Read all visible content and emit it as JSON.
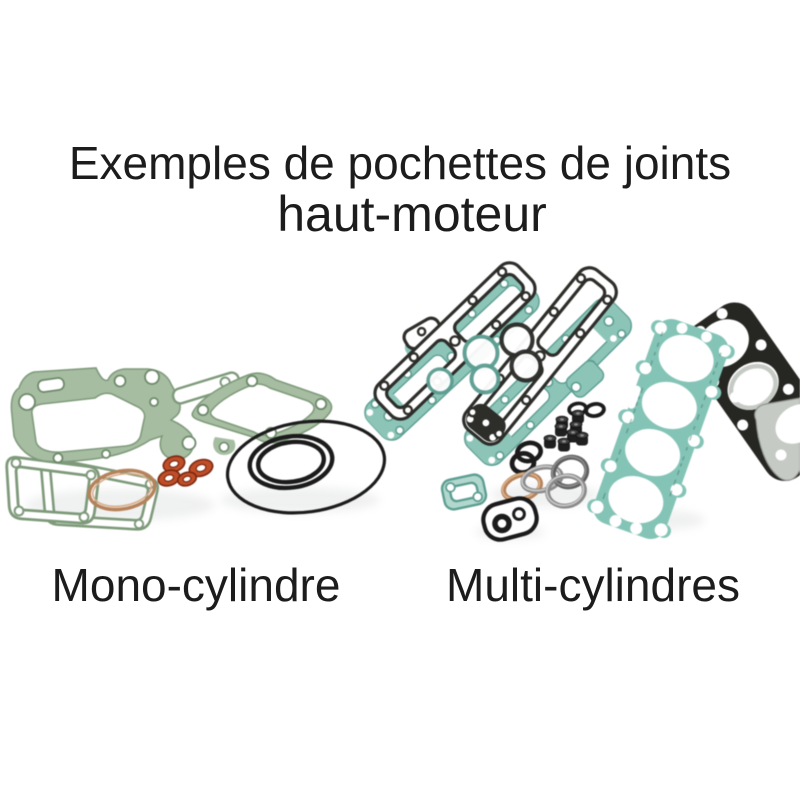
{
  "image_type": "product-photo",
  "background": "#ffffff",
  "title": {
    "line1": "Exemples de pochettes de joints",
    "line2": "haut-moteur"
  },
  "sections": [
    {
      "id": "mono",
      "label": "Mono-cylindre",
      "parts": [
        "cylinder-head-gasket",
        "base-gasket-outline-1",
        "base-gasket-outline-2",
        "exhaust-gasket",
        "copper-ring",
        "copper-sealing-washers",
        "large-o-ring",
        "exhaust-o-ring"
      ]
    },
    {
      "id": "multi",
      "label": "Multi-cylindres",
      "parts": [
        "valve-cover-gasket-teal-1",
        "valve-cover-gasket-teal-2",
        "valve-cover-gasket-black-1",
        "valve-cover-gasket-black-2",
        "head-gasket-teal",
        "head-gasket-black",
        "head-gasket-metal",
        "valve-stem-seals",
        "small-o-rings",
        "piston-rings",
        "small-teal-gasket",
        "cover-gasket-with-seal"
      ]
    }
  ],
  "colors": {
    "ink": "#1c1c1c",
    "sage": "#a7bda2",
    "sageEdge": "#7e9a7a",
    "sageDark": "#6d8a69",
    "teal": "#8cc5b8",
    "tealLight": "#b2d8ce",
    "tealEdge": "#5d9e92",
    "tealHead": "#84c4b6",
    "tealInk": "#2f6b5e",
    "black": "#1b1b1b",
    "charcoal": "#2d2d2a",
    "gasketBlack": "#262622",
    "copper": "#b5825a",
    "copperLight": "#d8ac88",
    "orange": "#bf4e28",
    "orangeEdge": "#7c2710",
    "steel": "#8a8a8a",
    "steelHi": "#c6c6c6",
    "steelDark": "#5f5f5f",
    "metal": "#c6cac5",
    "metalEdge": "#8f948e"
  }
}
